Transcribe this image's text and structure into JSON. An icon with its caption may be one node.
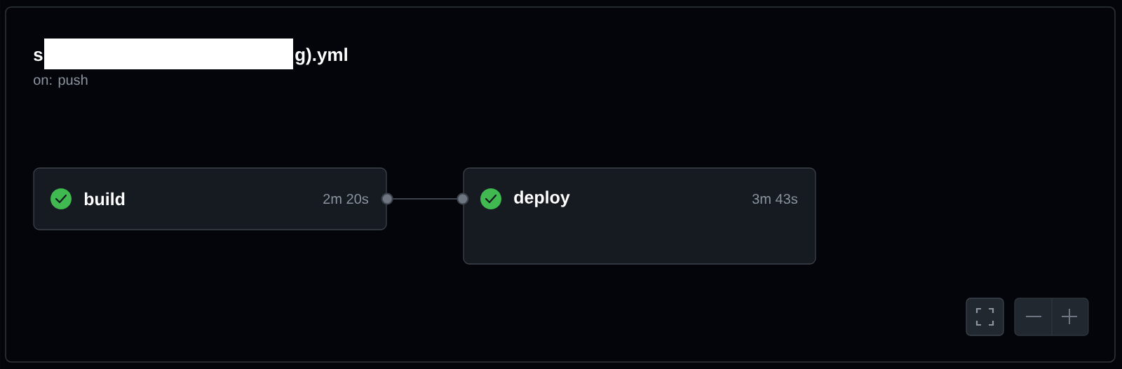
{
  "diagram": {
    "nodes": [
      {
        "text": [
          "build",
          "2m 20s"
        ]
      },
      {
        "text": [
          "deploy",
          "3m 43s"
        ]
      }
    ],
    "edges": [
      {
        "from": 0,
        "to": 1,
        "arrow": "other"
      }
    ],
    "labels": [
      "s",
      "g).yml",
      "on: push"
    ]
  }
}
